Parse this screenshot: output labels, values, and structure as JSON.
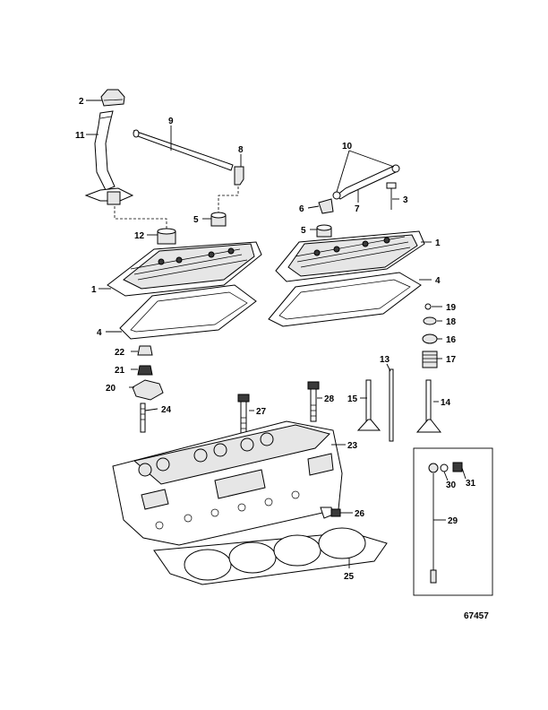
{
  "figure_number": "67457",
  "callouts": {
    "c1a": "1",
    "c1b": "1",
    "c2": "2",
    "c3": "3",
    "c4a": "4",
    "c4b": "4",
    "c5a": "5",
    "c5b": "5",
    "c6": "6",
    "c7": "7",
    "c8": "8",
    "c9": "9",
    "c10": "10",
    "c11": "11",
    "c12": "12",
    "c13": "13",
    "c14": "14",
    "c15": "15",
    "c16": "16",
    "c17": "17",
    "c18": "18",
    "c19": "19",
    "c20": "20",
    "c21": "21",
    "c22": "22",
    "c23": "23",
    "c24": "24",
    "c25": "25",
    "c26": "26",
    "c27": "27",
    "c28": "28",
    "c29": "29",
    "c30": "30",
    "c31": "31"
  }
}
